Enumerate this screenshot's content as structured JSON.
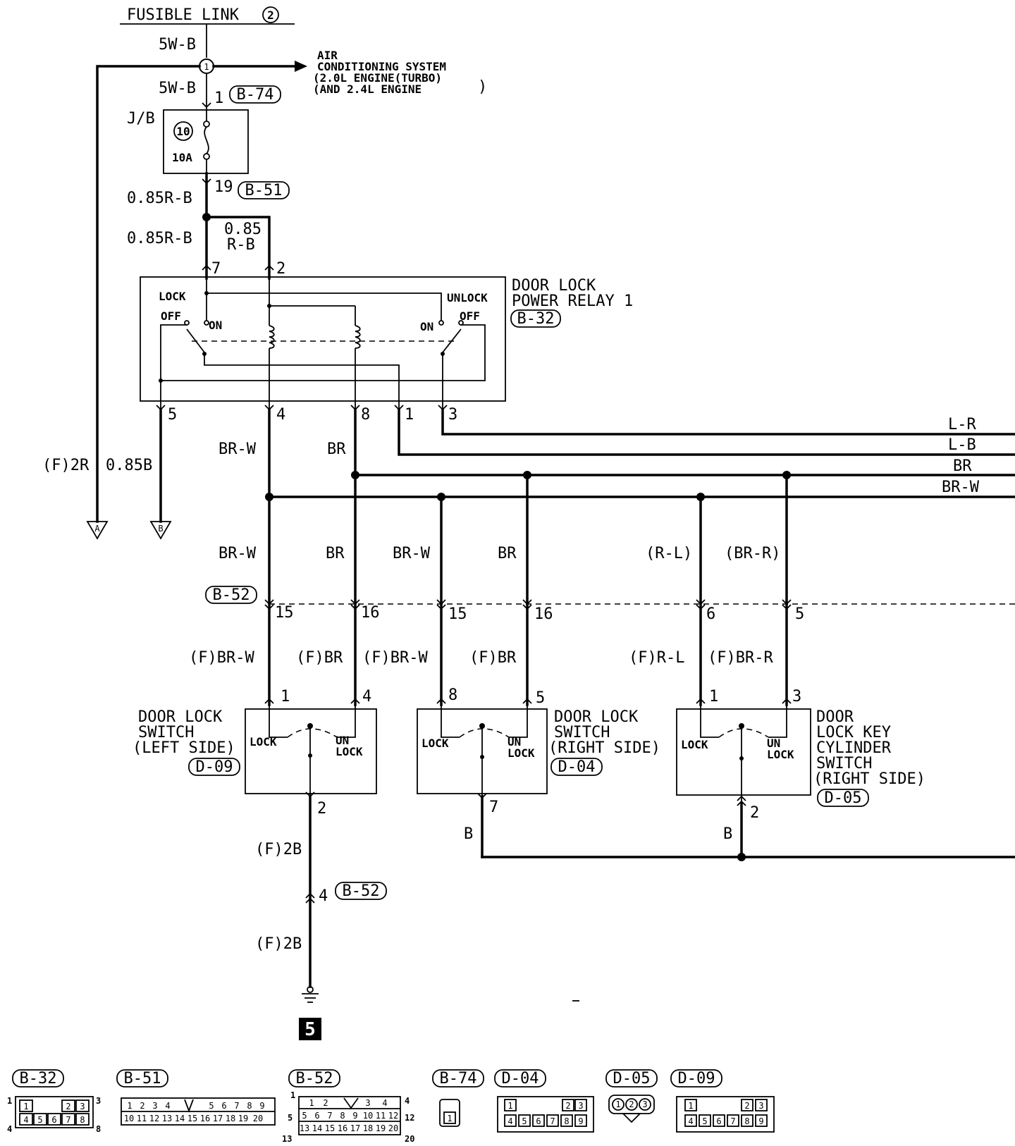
{
  "title": "FUSIBLE LINK",
  "title_num": "2",
  "wire_labels": {
    "w5wb_top": "5W-B",
    "w5wb_mid": "5W-B",
    "w085rb_1": "0.85R-B",
    "w085rb_2": "0.85R-B",
    "w085_a": "0.85",
    "w085_b": "R-B",
    "f2r": "(F)2R",
    "b085": "0.85B",
    "brw_1": "BR-W",
    "br_1": "BR",
    "brw_2": "BR-W",
    "br_2": "BR",
    "brw_3": "BR-W",
    "br_3": "BR",
    "rl": "(R-L)",
    "brr": "(BR-R)",
    "f_brw_1": "(F)BR-W",
    "f_br_1": "(F)BR",
    "f_brw_2": "(F)BR-W",
    "f_br_2": "(F)BR",
    "f_rl": "(F)R-L",
    "f_brr": "(F)BR-R",
    "f2b_1": "(F)2B",
    "f2b_2": "(F)2B",
    "b_1": "B",
    "b_2": "B",
    "bus_lr": "L-R",
    "bus_lb": "L-B",
    "bus_br": "BR",
    "bus_brw": "BR-W"
  },
  "ac_system": {
    "line1": "AIR",
    "line2": "CONDITIONING SYSTEM",
    "line3": "(2.0L ENGINE(TURBO)",
    "line4": "(AND 2.4L ENGINE"
  },
  "junction_block": {
    "label": "J/B",
    "fuse_num": "10",
    "fuse_rating": "10A"
  },
  "relay": {
    "name1": "DOOR LOCK",
    "name2": "POWER RELAY 1",
    "connector": "B-32",
    "lock": "LOCK",
    "unlock": "UNLOCK",
    "off_l": "OFF",
    "on_l": "ON",
    "on_r": "ON",
    "off_r": "OFF"
  },
  "switch_left": {
    "name1": "DOOR LOCK",
    "name2": "SWITCH",
    "name3": "(LEFT SIDE)",
    "connector": "D-09",
    "lock": "LOCK",
    "un": "UN",
    "lock2": "LOCK"
  },
  "switch_right": {
    "name1": "DOOR LOCK",
    "name2": "SWITCH",
    "name3": "(RIGHT SIDE)",
    "connector": "D-04",
    "lock": "LOCK",
    "un": "UN",
    "lock2": "LOCK"
  },
  "key_switch": {
    "name1": "DOOR",
    "name2": "LOCK KEY",
    "name3": "CYLINDER",
    "name4": "SWITCH",
    "name5": "(RIGHT SIDE)",
    "connector": "D-05",
    "lock": "LOCK",
    "un": "UN",
    "lock2": "LOCK"
  },
  "connector_refs": {
    "b74": "B-74",
    "b51": "B-51",
    "b52_a": "B-52",
    "b52_b": "B-52"
  },
  "pins": {
    "p_b74": "1",
    "p_b51": "19",
    "p_r7": "7",
    "p_r2": "2",
    "p_r5": "5",
    "p_r4": "4",
    "p_r8": "8",
    "p_r1": "1",
    "p_r3": "3",
    "p_j15a": "15",
    "p_j16a": "16",
    "p_j15b": "15",
    "p_j16b": "16",
    "p_j6": "6",
    "p_j5": "5",
    "p_sl1": "1",
    "p_sl4": "4",
    "p_sl2": "2",
    "p_sr8": "8",
    "p_sr5": "5",
    "p_sr7": "7",
    "p_k1": "1",
    "p_k3": "3",
    "p_k2": "2",
    "p_b52_4": "4",
    "splice": "1"
  },
  "offpage": {
    "a": "A",
    "b": "B"
  },
  "ground_num": "5",
  "legend": {
    "b32": {
      "title": "B-32",
      "n1": "1",
      "n3": "3",
      "n4": "4",
      "n8": "8",
      "row1": [
        "1",
        "",
        "2",
        "3"
      ],
      "row2": [
        "4",
        "5",
        "6",
        "7",
        "8"
      ]
    },
    "b51": {
      "title": "B-51",
      "row1": [
        "1",
        "2",
        "3",
        "4",
        "",
        "5",
        "6",
        "7",
        "8",
        "9"
      ],
      "row2": [
        "10",
        "11",
        "12",
        "13",
        "14",
        "15",
        "16",
        "17",
        "18",
        "19",
        "20"
      ]
    },
    "b52": {
      "title": "B-52",
      "n1": "1",
      "n4": "4",
      "n5": "5",
      "n12": "12",
      "n13": "13",
      "n20": "20",
      "row1": [
        "1",
        "2",
        "",
        "3",
        "4"
      ],
      "row2": [
        "5",
        "6",
        "7",
        "8",
        "9",
        "10",
        "11",
        "12"
      ],
      "row3": [
        "13",
        "14",
        "15",
        "16",
        "17",
        "18",
        "19",
        "20"
      ]
    },
    "b74": {
      "title": "B-74",
      "row1": [
        "1"
      ]
    },
    "d04": {
      "title": "D-04",
      "row1": [
        "1",
        "",
        "2",
        "3"
      ],
      "row2": [
        "4",
        "5",
        "6",
        "7",
        "8",
        "9"
      ]
    },
    "d05": {
      "title": "D-05",
      "row1": [
        "1",
        "2",
        "3"
      ]
    },
    "d09": {
      "title": "D-09",
      "row1": [
        "1",
        "",
        "2",
        "3"
      ],
      "row2": [
        "4",
        "5",
        "6",
        "7",
        "8",
        "9"
      ]
    }
  }
}
